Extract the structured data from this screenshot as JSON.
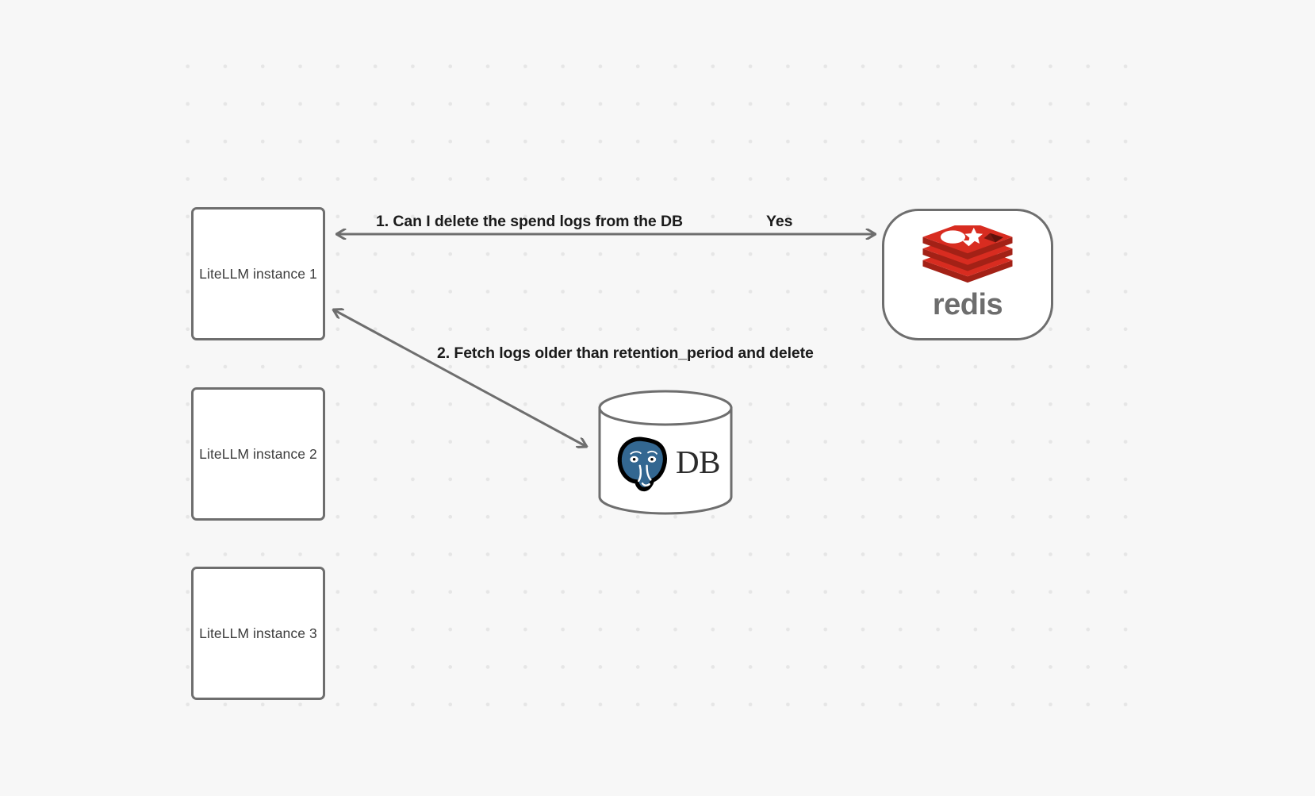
{
  "diagram": {
    "title": "LiteLLM spend log deletion flow",
    "background_color": "#f7f7f7",
    "dot_color": "#e6e6e6",
    "node_border_color": "#6e6e6e",
    "edge_color": "#6e6e6e",
    "nodes": [
      {
        "id": "litellm-1",
        "label": "LiteLLM instance 1",
        "shape": "rounded-rect"
      },
      {
        "id": "litellm-2",
        "label": "LiteLLM instance 2",
        "shape": "rounded-rect"
      },
      {
        "id": "litellm-3",
        "label": "LiteLLM instance 3",
        "shape": "rounded-rect"
      },
      {
        "id": "redis",
        "label": "redis",
        "shape": "pill",
        "logo": "redis-logo-icon",
        "brand_color": "#d82c20",
        "wordmark_color": "#6d6d6d"
      },
      {
        "id": "db",
        "label": "DB",
        "shape": "cylinder",
        "logo": "postgresql-elephant-icon",
        "brand_color": "#336791"
      }
    ],
    "edges": [
      {
        "id": "edge-1",
        "from": "redis",
        "to": "litellm-1",
        "label": "1.  Can I delete the spend logs from the DB",
        "secondary_label": "Yes",
        "direction": "both"
      },
      {
        "id": "edge-2",
        "from": "db",
        "to": "litellm-1",
        "label": "2.  Fetch logs older than retention_period and delete",
        "direction": "both"
      }
    ],
    "labels": {
      "step1": "1.  Can I delete the spend logs from the DB",
      "yes": "Yes",
      "step2": "2.  Fetch logs older than retention_period and delete",
      "db_text": "DB",
      "redis_wordmark": "redis"
    }
  }
}
